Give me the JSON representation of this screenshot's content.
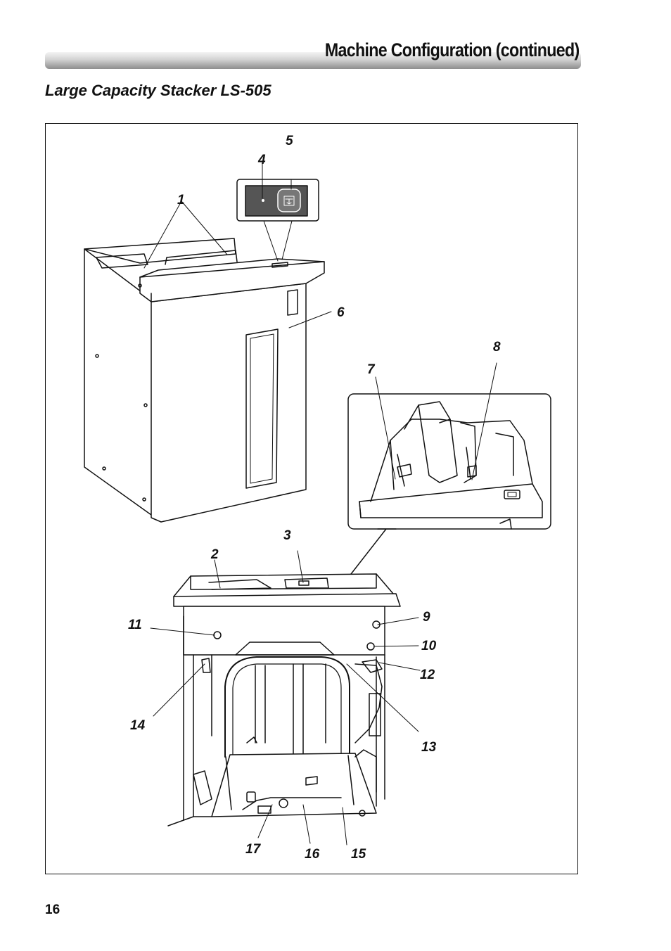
{
  "header": {
    "title": "Machine Configuration (continued)"
  },
  "section": {
    "title": "Large Capacity Stacker LS-505"
  },
  "figure": {
    "callouts": [
      "1",
      "2",
      "3",
      "4",
      "5",
      "6",
      "7",
      "8",
      "9",
      "10",
      "11",
      "12",
      "13",
      "14",
      "15",
      "16",
      "17"
    ]
  },
  "footer": {
    "page_number": "16"
  }
}
